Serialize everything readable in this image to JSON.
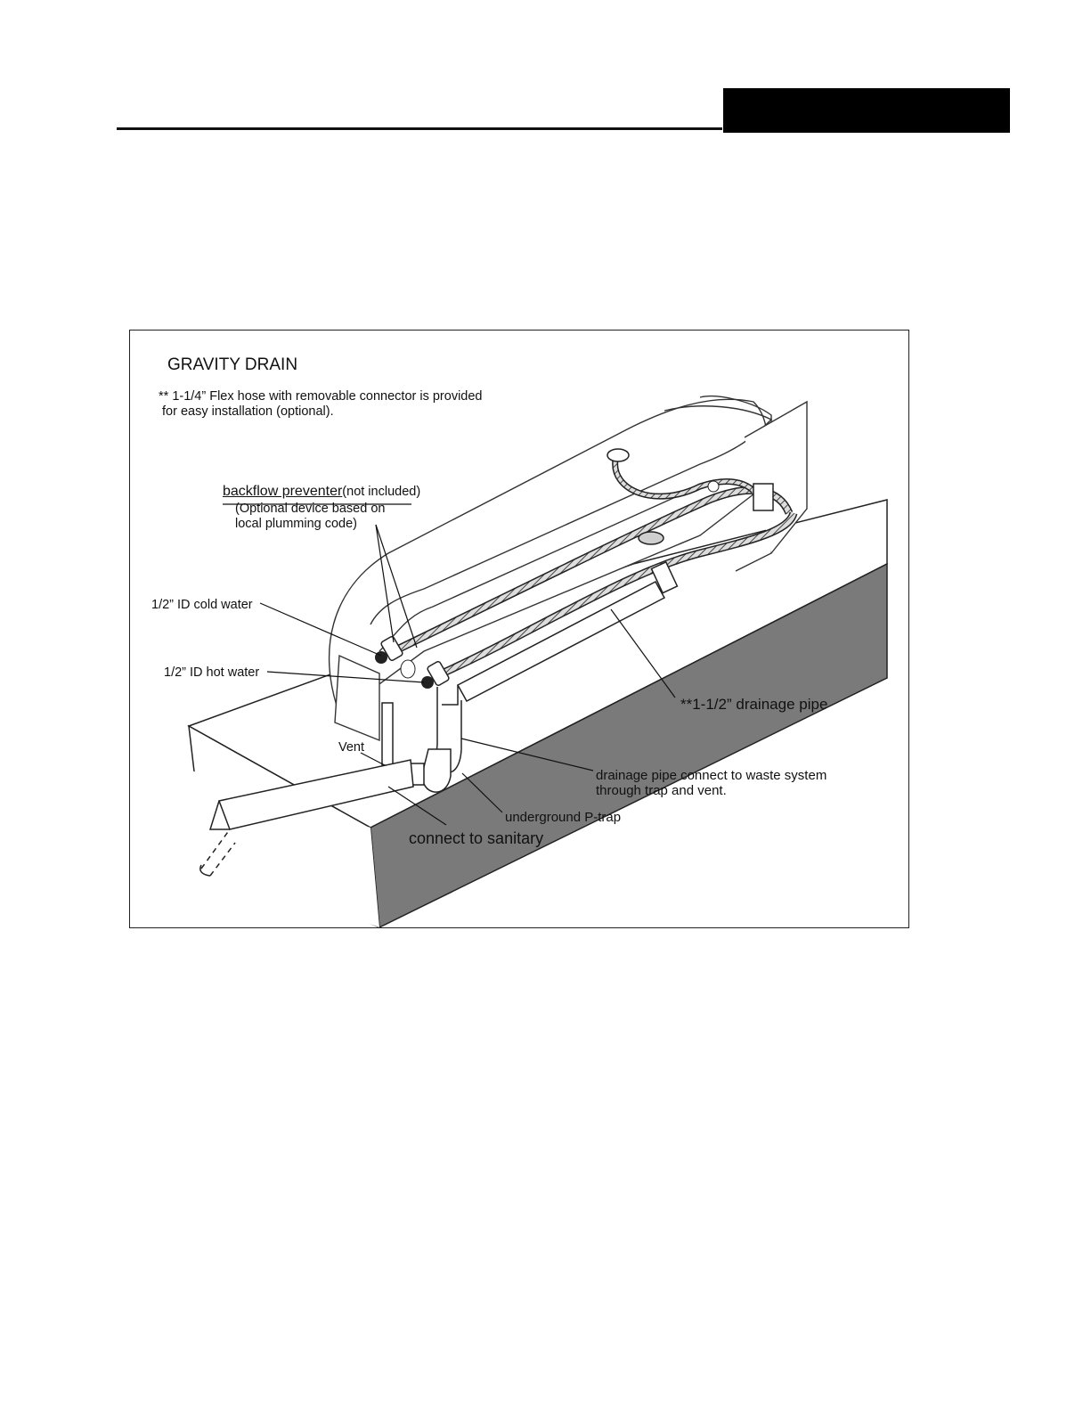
{
  "header": {
    "block_color": "#000000"
  },
  "diagram": {
    "title": "GRAVITY DRAIN",
    "note_line1": "** 1-1/4” Flex hose with removable connector is provided",
    "note_line2": "for easy installation (optional).",
    "backflow_label": "backflow preventer",
    "backflow_suffix": "(not included)",
    "backflow_note_line1": "(Optional device based on",
    "backflow_note_line2": "local plumming code)",
    "cold_water_label": "1/2” ID cold water",
    "hot_water_label": "1/2” ID hot water",
    "drainage_pipe_label": "**1-1/2” drainage pipe",
    "vent_label": "Vent",
    "waste_note_line1": "drainage pipe connect to waste system",
    "waste_note_line2": "through trap and vent.",
    "ptrap_label": "underground P-trap",
    "sanitary_label": "connect to sanitary"
  }
}
